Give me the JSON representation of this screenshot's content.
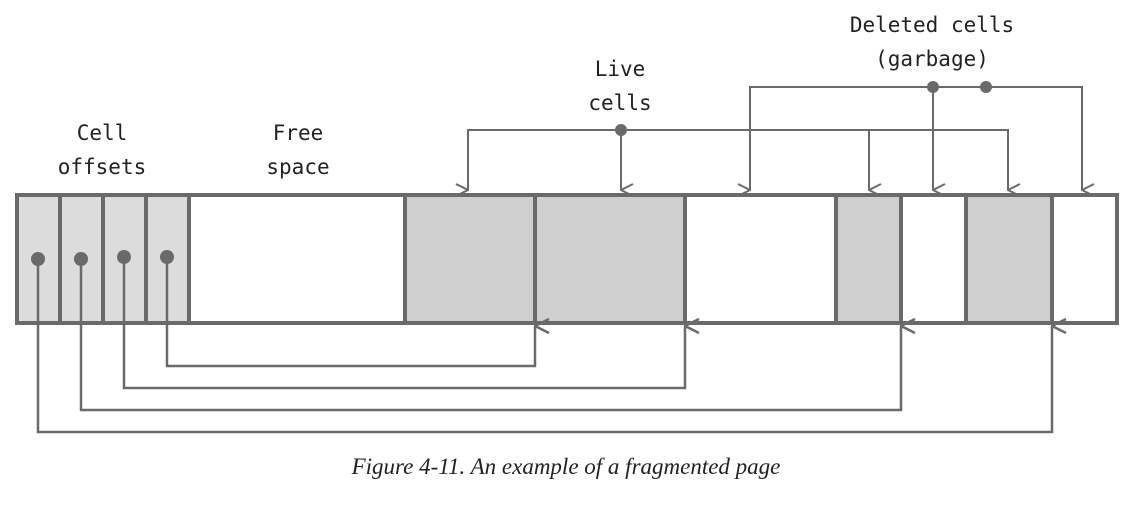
{
  "labels": {
    "cell_offsets": [
      "Cell",
      "offsets"
    ],
    "free_space": [
      "Free",
      "space"
    ],
    "live_cells": [
      "Live",
      "cells"
    ],
    "deleted_cells": [
      "Deleted cells",
      "(garbage)"
    ]
  },
  "caption": "Figure 4-11. An example of a fragmented page",
  "colors": {
    "stroke": "#6a6a6a",
    "offset_fill": "#dcdcdc",
    "live_fill": "#cfcfcf",
    "empty_fill": "#ffffff",
    "text": "#222222"
  },
  "page_segments": [
    {
      "kind": "offset"
    },
    {
      "kind": "offset"
    },
    {
      "kind": "offset"
    },
    {
      "kind": "offset"
    },
    {
      "kind": "free"
    },
    {
      "kind": "live"
    },
    {
      "kind": "live"
    },
    {
      "kind": "deleted"
    },
    {
      "kind": "live"
    },
    {
      "kind": "deleted"
    },
    {
      "kind": "live"
    },
    {
      "kind": "deleted"
    }
  ]
}
